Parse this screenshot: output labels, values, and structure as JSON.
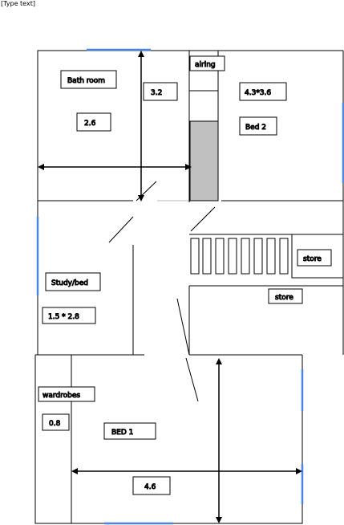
{
  "header": {
    "placeholder": "[Type text]"
  },
  "labels": {
    "bathroom": "Bath room",
    "bathroom_size": "2.6",
    "vertical_dim": "3.2",
    "airing": "airing",
    "bed2_size": "4.3*3.6",
    "bed2": "Bed 2",
    "store_right": "store",
    "store_lower": "store",
    "study": "Study/bed",
    "study_size": "1.5 * 2.8",
    "wardrobes": "wardrobes",
    "wardrobes_size": "0.8",
    "bed1": "BED 1",
    "bed1_width": "4.6"
  },
  "colors": {
    "wall": "#000000",
    "window": "#4a86e8",
    "airing_fill": "#c0c0c0"
  }
}
